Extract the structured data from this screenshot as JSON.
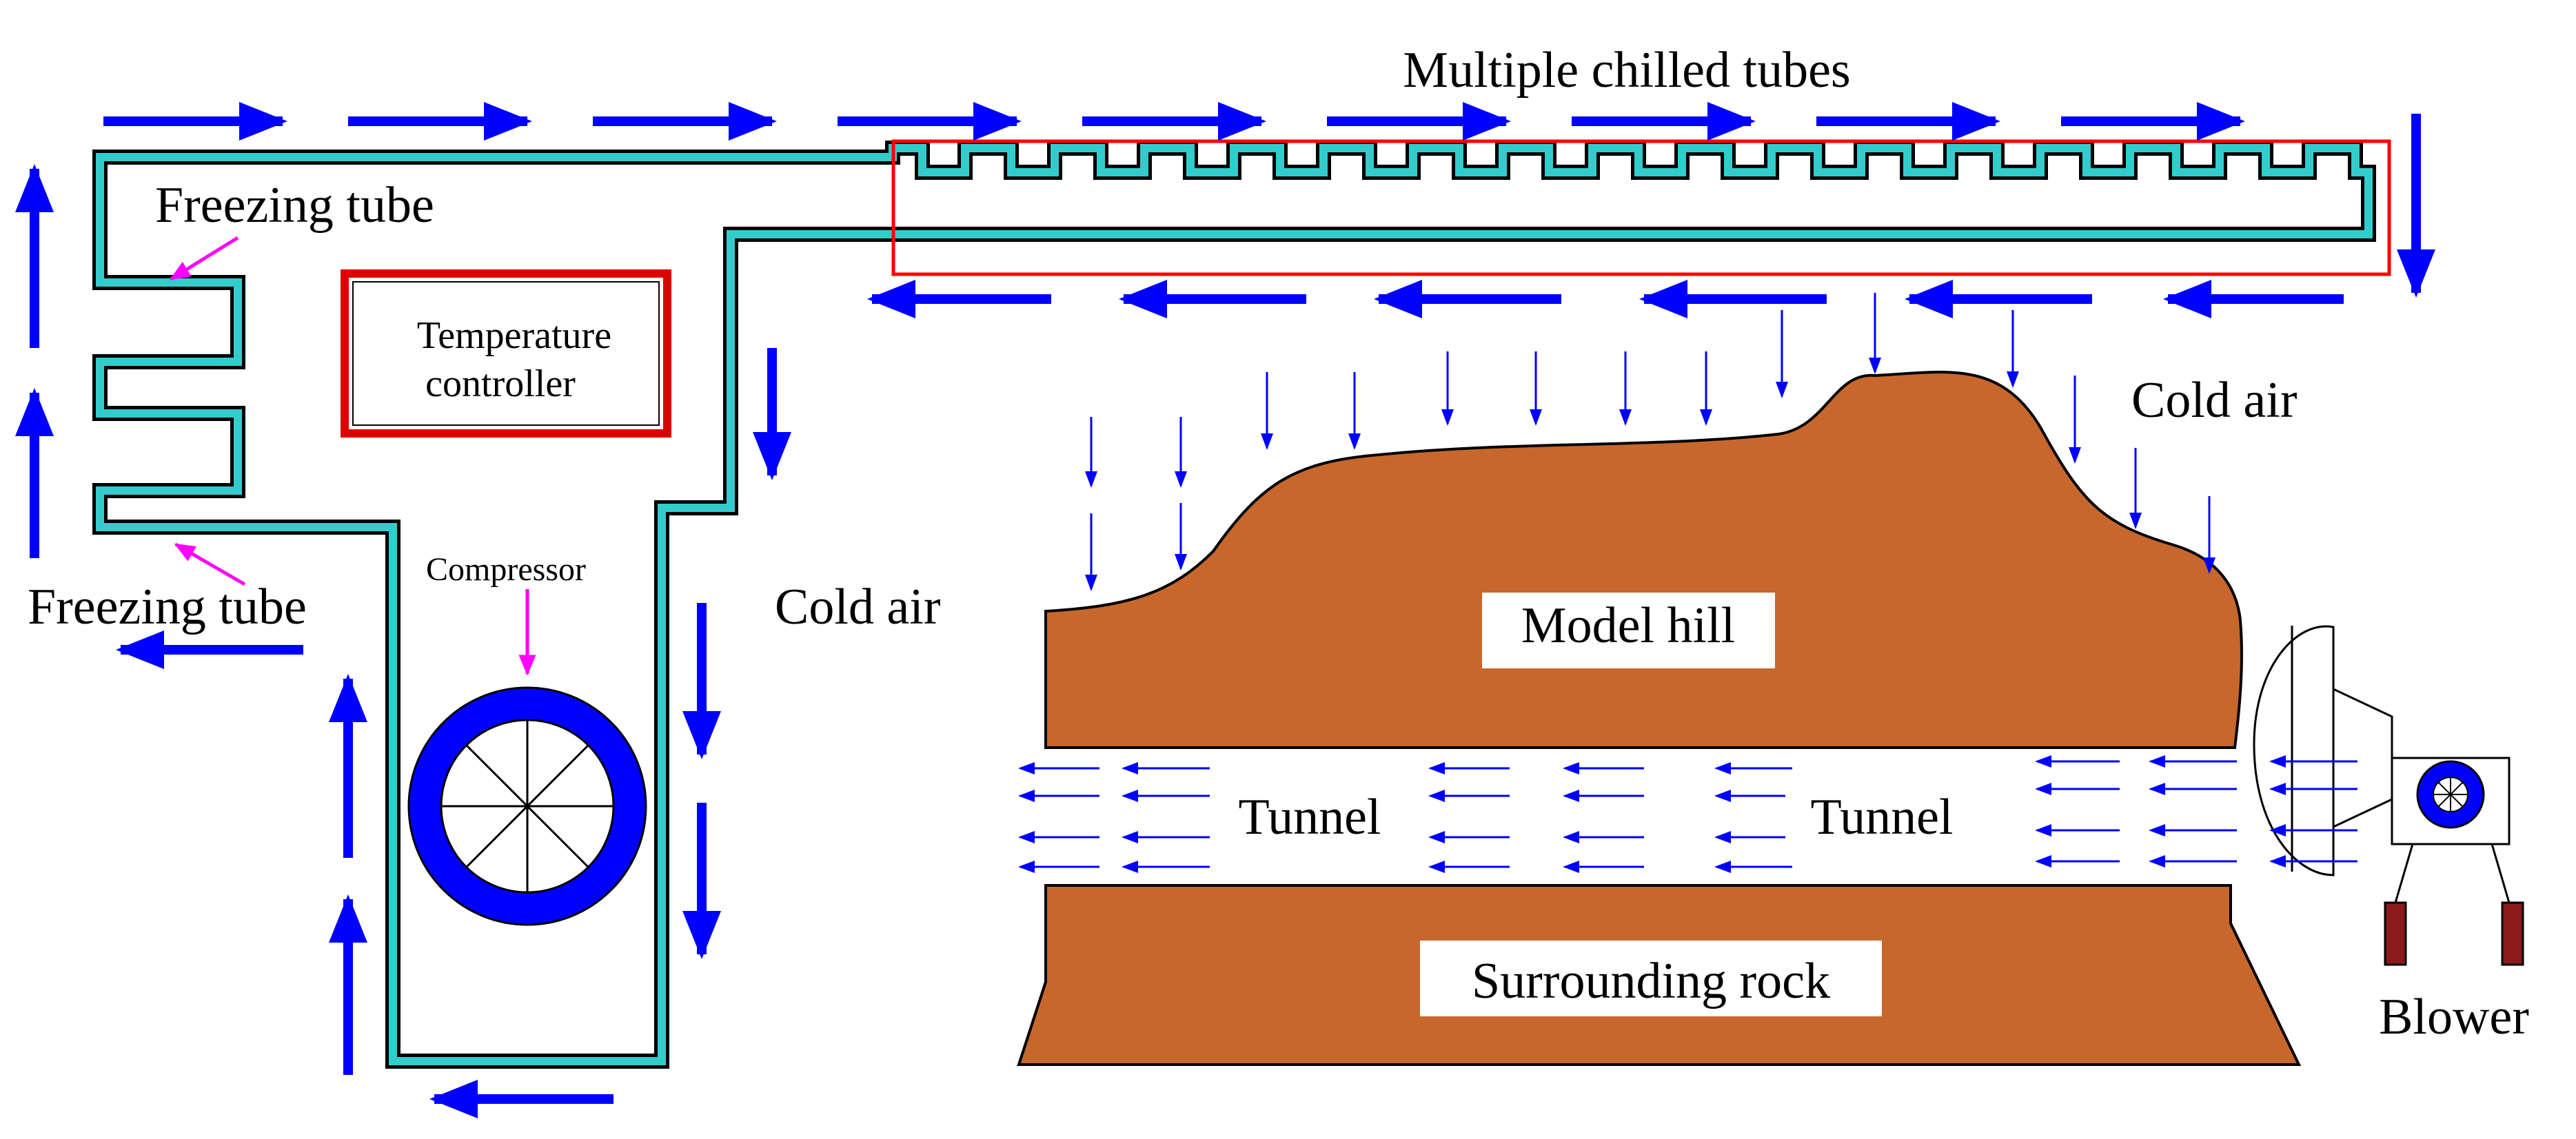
{
  "labels": {
    "multiple_chilled_tubes": "Multiple chilled tubes",
    "freezing_tube_top": "Freezing tube",
    "freezing_tube_bottom": "Freezing tube",
    "temperature_controller_line1": "Temperature",
    "temperature_controller_line2": "controller",
    "compressor": "Compressor",
    "cold_air_left": "Cold air",
    "cold_air_right": "Cold air",
    "model_hill": "Model hill",
    "tunnel_left": "Tunnel",
    "tunnel_right": "Tunnel",
    "surrounding_rock": "Surrounding rock",
    "blower": "Blower"
  },
  "colors": {
    "tube": "#33cccc",
    "flow_arrow": "#0000ff",
    "chilled_box": "#ff0000",
    "controller_box": "#dd0000",
    "pointer": "#ff00ff",
    "hill_rock": "#c8672c",
    "compressor_ring": "#0000ff",
    "blower_legs": "#8b1a1a"
  }
}
